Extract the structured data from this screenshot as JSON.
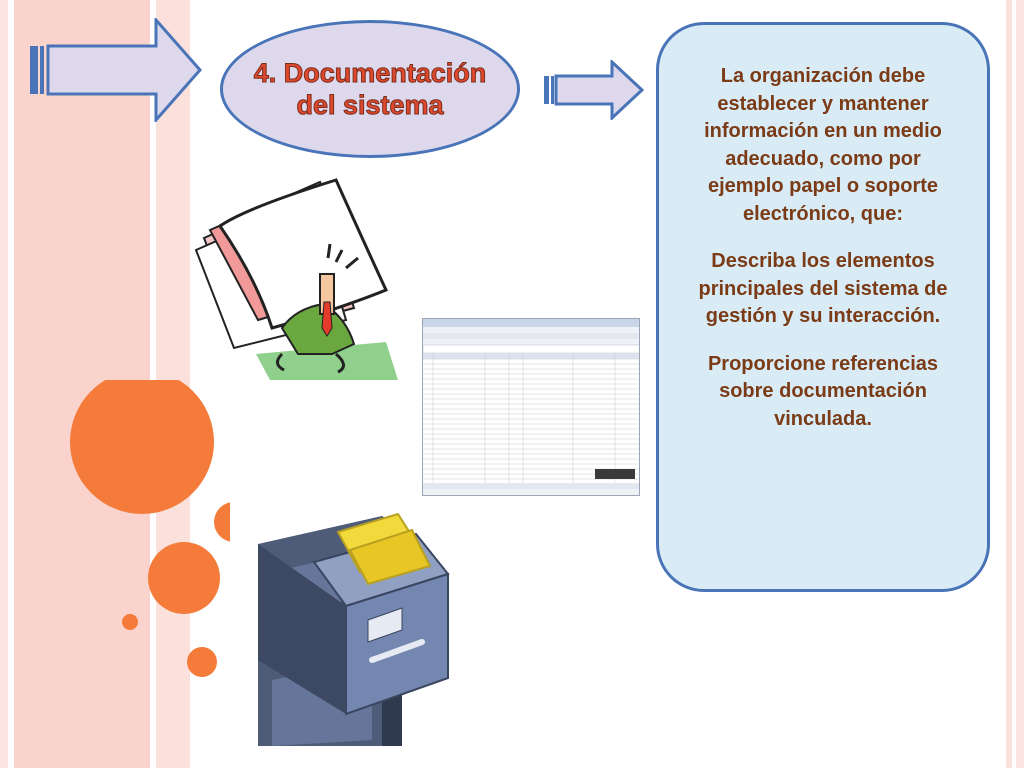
{
  "slide": {
    "title": "4. Documentación del sistema",
    "panel": {
      "paragraphs": [
        "La organización debe establecer y mantener información en un medio adecuado, como por ejemplo papel o soporte electrónico, que:",
        "Describa los elementos principales del sistema de gestión y su interacción.",
        "Proporcione referencias sobre documentación vinculada."
      ]
    }
  },
  "colors": {
    "title_fill": "#e0482e",
    "panel_text": "#7a3b16",
    "panel_bg": "#d9ecf6",
    "border_blue": "#4a74b8",
    "circle_orange": "#f47b3a"
  },
  "icons": [
    "arrow-right-icon",
    "papers-clipart",
    "spreadsheet-thumbnail",
    "filing-cabinet-clipart",
    "decorative-circles"
  ]
}
